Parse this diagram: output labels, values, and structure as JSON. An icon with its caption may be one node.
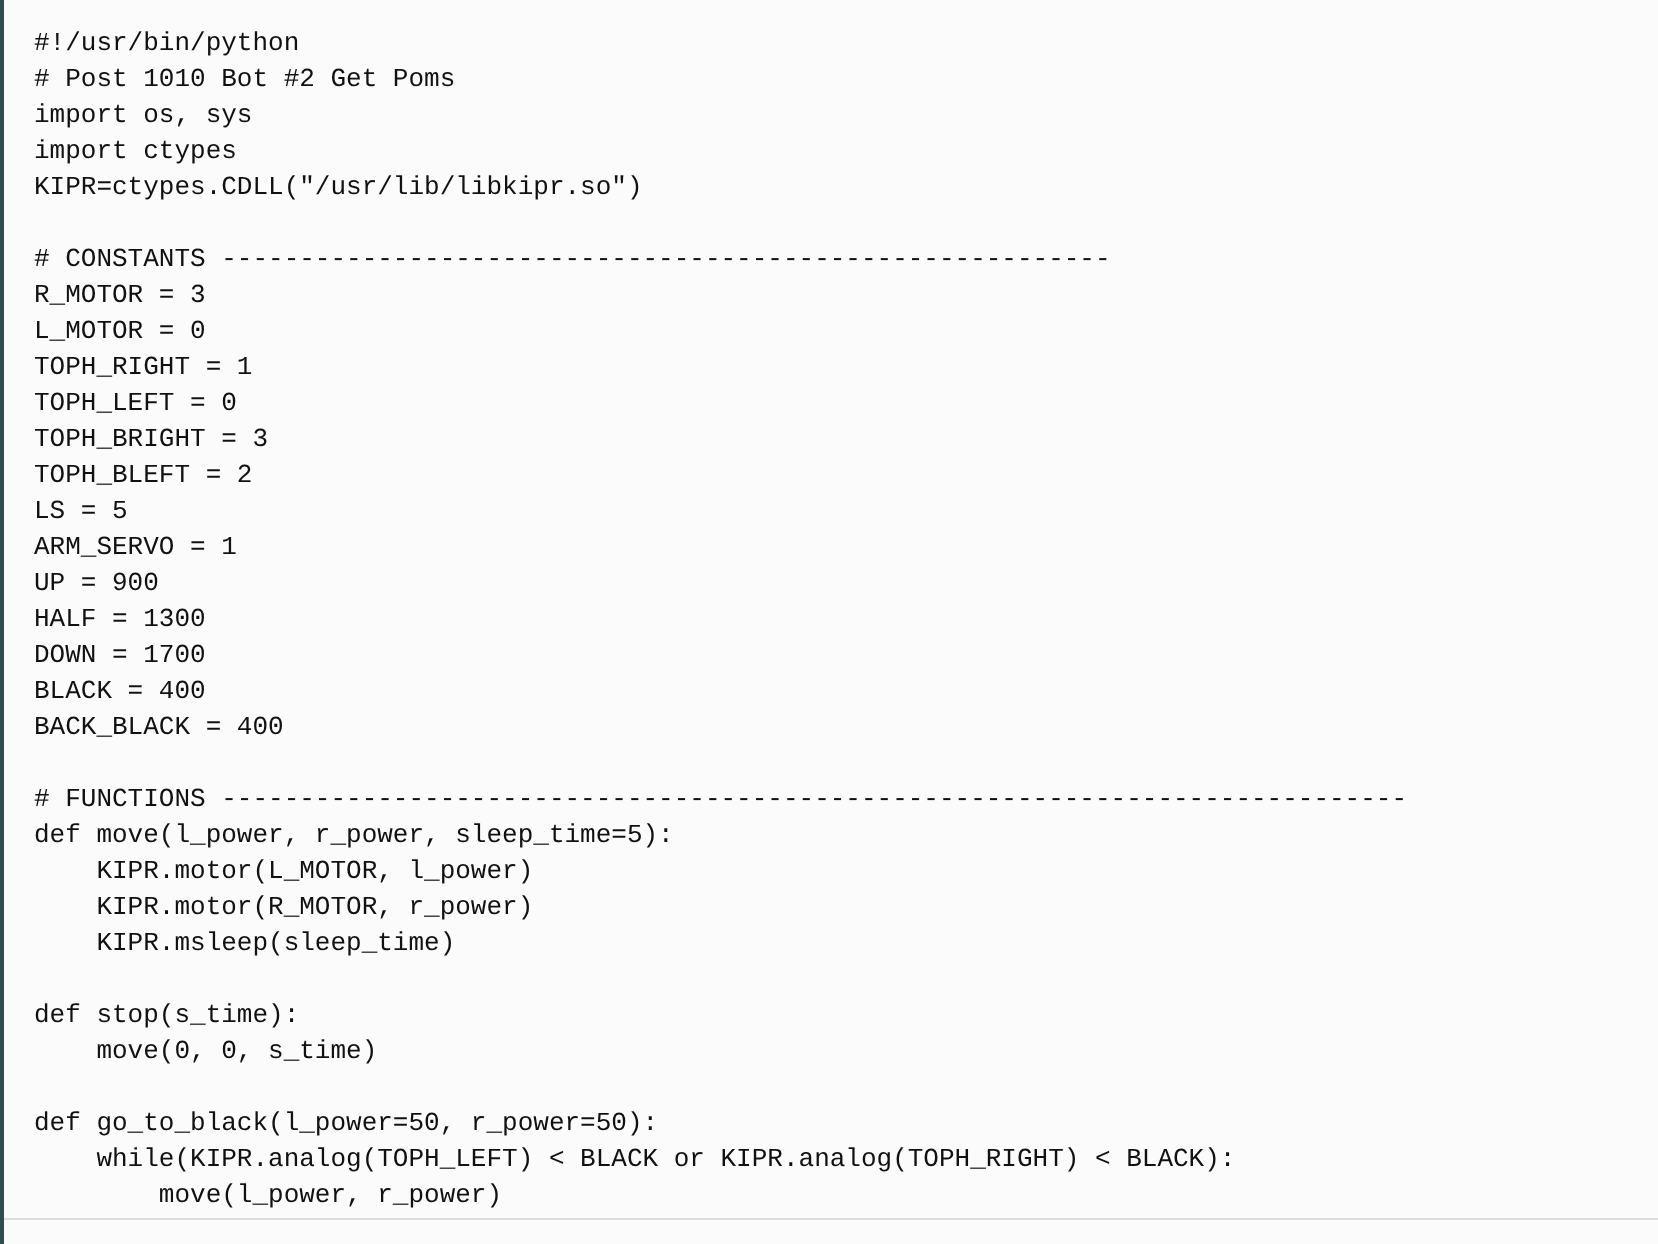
{
  "diagram": {
    "labels": [
      "#!/usr/bin/python",
      "# Post 1010 Bot #2 Get Poms",
      "import os, sys",
      "import ctypes",
      "KIPR=ctypes.CDLL(\"/usr/lib/libkipr.so\")",
      "# CONSTANTS ---------------------------------------------------------",
      "R_MOTOR = 3",
      "L_MOTOR = 0",
      "TOPH_RIGHT = 1",
      "TOPH_LEFT = 0",
      "TOPH_BRIGHT = 3",
      "TOPH_BLEFT = 2",
      "LS = 5",
      "ARM_SERVO = 1",
      "UP = 900",
      "HALF = 1300",
      "DOWN = 1700",
      "BLACK = 400",
      "BACK_BLACK = 400",
      "# FUNCTIONS ----------------------------------------------------------------------------",
      "def move(l_power, r_power, sleep_time=5):",
      "    KIPR.motor(L_MOTOR, l_power)",
      "    KIPR.motor(R_MOTOR, r_power)",
      "    KIPR.msleep(sleep_time)",
      "def stop(s_time):",
      "    move(0, 0, s_time)",
      "def go_to_black(l_power=50, r_power=50):",
      "    while(KIPR.analog(TOPH_LEFT) < BLACK or KIPR.analog(TOPH_RIGHT) < BLACK):",
      "        move(l_power, r_power)"
    ]
  }
}
